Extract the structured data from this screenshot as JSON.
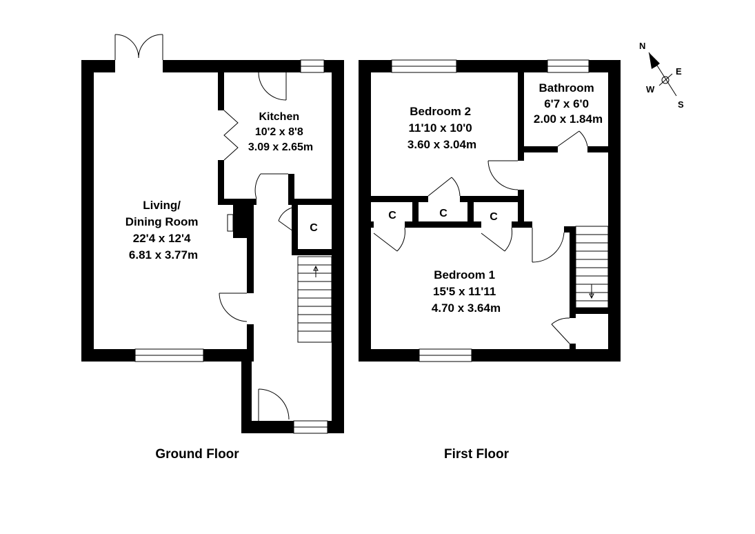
{
  "floors": [
    {
      "label": "Ground Floor",
      "rooms": [
        {
          "lines": [
            "Living/",
            "Dining Room",
            "22'4 x 12'4",
            "6.81 x 3.77m"
          ]
        },
        {
          "lines": [
            "Kitchen",
            "10'2 x 8'8",
            "3.09 x 2.65m"
          ]
        },
        {
          "lines": [
            "C"
          ]
        }
      ]
    },
    {
      "label": "First Floor",
      "rooms": [
        {
          "lines": [
            "Bedroom 2",
            "11'10 x 10'0",
            "3.60 x 3.04m"
          ]
        },
        {
          "lines": [
            "Bathroom",
            "6'7 x 6'0",
            "2.00 x 1.84m"
          ]
        },
        {
          "lines": [
            "Bedroom 1",
            "15'5 x 11'11",
            "4.70 x 3.64m"
          ]
        },
        {
          "lines": [
            "C"
          ]
        },
        {
          "lines": [
            "C"
          ]
        },
        {
          "lines": [
            "C"
          ]
        }
      ]
    }
  ],
  "compass": {
    "n": "N",
    "e": "E",
    "w": "W",
    "s": "S"
  }
}
